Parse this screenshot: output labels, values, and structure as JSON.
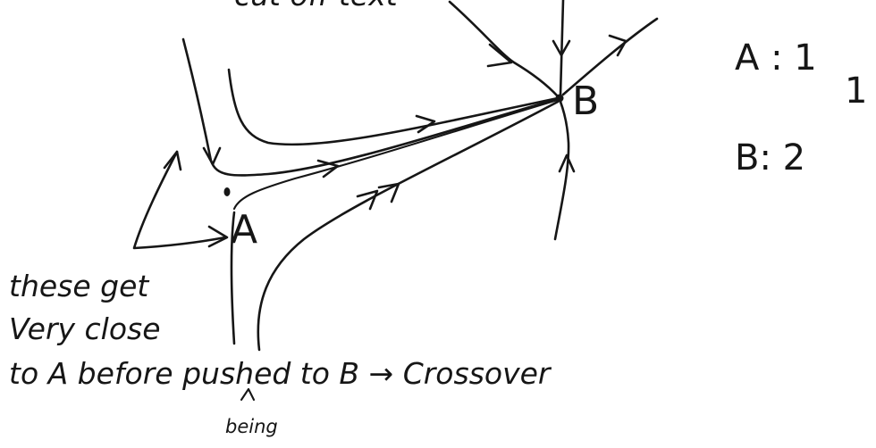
{
  "labels": {
    "point_a": "A",
    "point_b": "B",
    "top_partial": "cut off text",
    "side_a": "A : 1",
    "side_a_sub": "1",
    "side_b": "B: 2"
  },
  "note": {
    "line1": "these get",
    "line2": "Very close",
    "line3": "to A  before  pushed to B → Crossover",
    "insert": "being"
  }
}
